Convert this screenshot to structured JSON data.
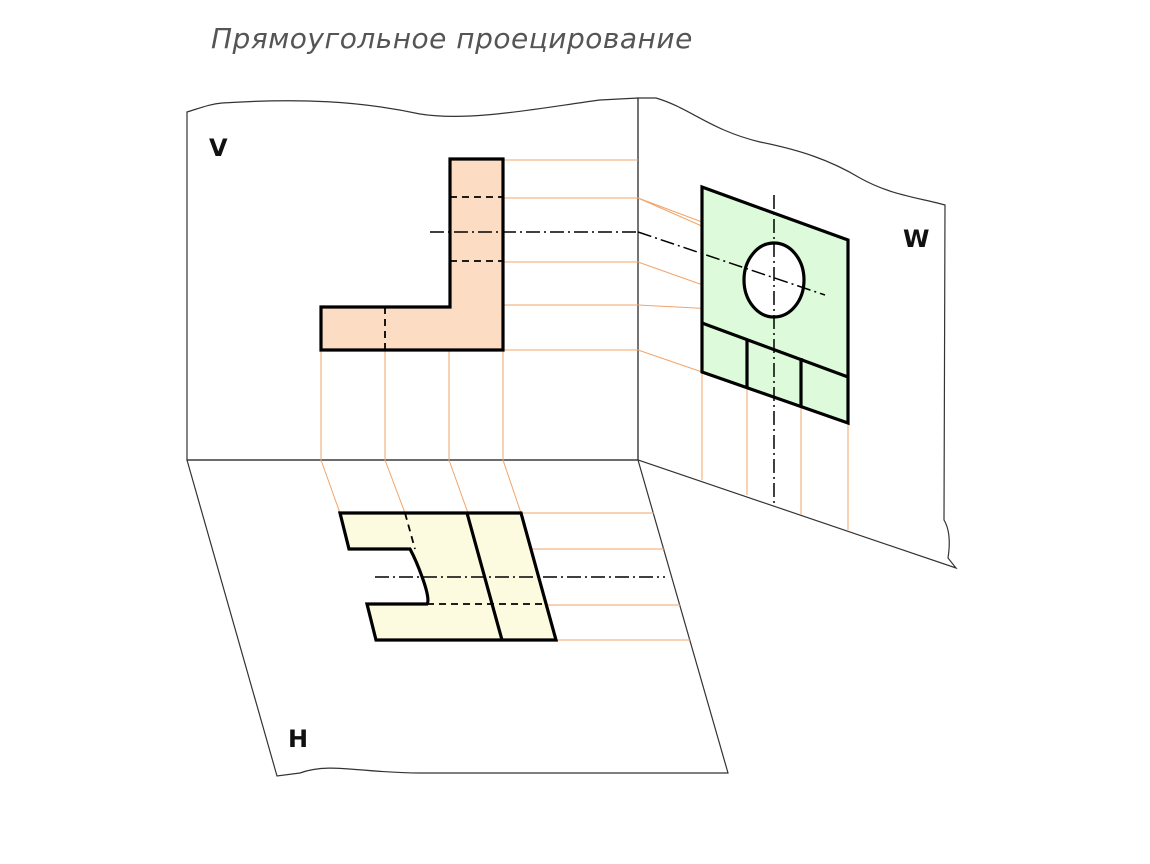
{
  "title": "Прямоугольное проецирование",
  "planes": {
    "v_label": "V",
    "w_label": "W",
    "h_label": "H"
  },
  "colors": {
    "front_view_fill": "#fddcc4",
    "side_view_fill": "#ddfbdb",
    "top_view_fill": "#fdfbdf",
    "projection_lines": "#f2a469",
    "outline": "#000000"
  }
}
